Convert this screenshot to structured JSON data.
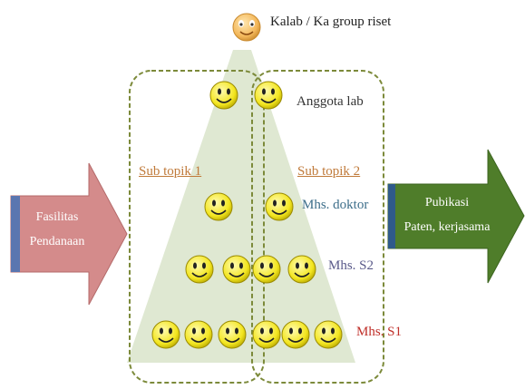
{
  "top": {
    "label": "Kalab / Ka group riset"
  },
  "left_arrow": {
    "line1": "Fasilitas",
    "line2": "Pendanaan"
  },
  "right_arrow": {
    "line1": "Pubikasi",
    "line2": "Paten, kerjasama"
  },
  "groups": [
    {
      "label": "Sub topik 1"
    },
    {
      "label": "Sub topik 2"
    }
  ],
  "levels": [
    {
      "label": "Anggota lab",
      "per_group": 1
    },
    {
      "label": "Mhs. doktor",
      "per_group": 1
    },
    {
      "label": "Mhs. S2",
      "per_group": 2
    },
    {
      "label": "Mhs. S1",
      "per_group": 3
    }
  ],
  "colors": {
    "pyramid": "#dfe8d2",
    "box_border": "#7c8a3a",
    "left_arrow": "#d48b8b",
    "right_arrow": "#4f7d2a",
    "sub_topic": "#c07a3a",
    "mhs_doktor": "#3d6e8a",
    "mhs_s2": "#5a5a8a",
    "mhs_s1": "#c0302a",
    "anggota": "#333333",
    "smiley": "#f7ec3a"
  }
}
